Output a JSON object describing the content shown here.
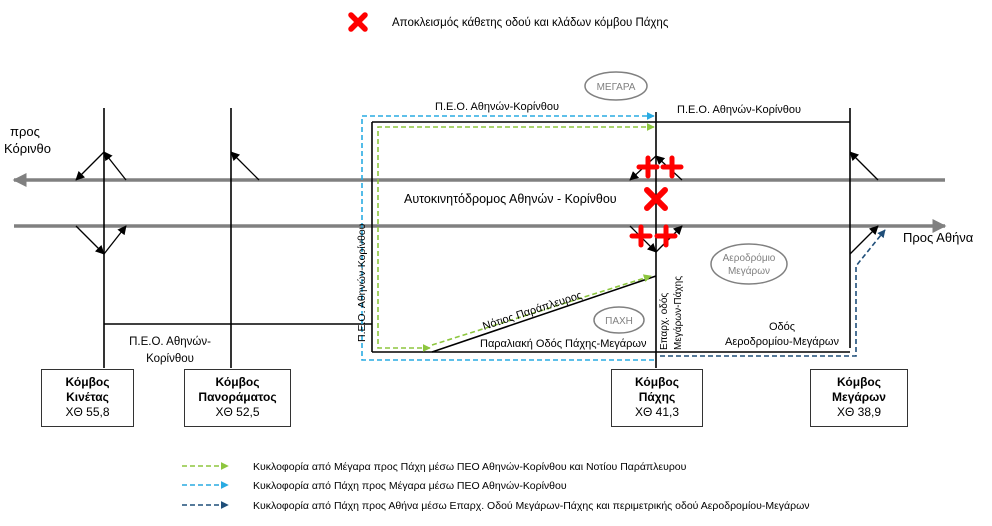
{
  "legend_top": {
    "text": "Αποκλεισμός κάθετης οδού και κλάδων κόμβου Πάχης",
    "icon": "red-x-icon"
  },
  "labels": {
    "pros_korintho_1": "προς",
    "pros_korintho_2": "Κόρινθο",
    "pros_athina": "Προς Αθήνα",
    "megara": "ΜΕΓΑΡΑ",
    "paxi": "ΠΑΧΗ",
    "aerodromio_1": "Αεροδρόμιο",
    "aerodromio_2": "Μεγάρων",
    "peo_top_left": "Π.Ε.Ο. Αθηνών-Κορίνθου",
    "peo_top_right": "Π.Ε.Ο. Αθηνών-Κορίνθου",
    "peo_vertical": "Π.Ε.Ο. Αθηνών-Κορίνθου",
    "peo_bottom_1": "Π.Ε.Ο. Αθηνών-",
    "peo_bottom_2": "Κορίνθου",
    "motorway": "Αυτοκινητόδρομος Αθηνών - Κορίνθου",
    "notios": "Νότιος Παράπλευρος",
    "paraliaki": "Παραλιακή Οδός Πάχης-Μεγάρων",
    "eparx_1": "Επαρχ. οδός",
    "eparx_2": "Μεγάρων-Πάχης",
    "odos_aero_1": "Οδός",
    "odos_aero_2": "Αεροδρομίου-Μεγάρων"
  },
  "nodes": [
    {
      "name": "Κόμβος",
      "place": "Κινέτας",
      "ch": "ΧΘ 55,8"
    },
    {
      "name": "Κόμβος",
      "place": "Πανοράματος",
      "ch": "ΧΘ 52,5"
    },
    {
      "name": "Κόμβος",
      "place": "Πάχης",
      "ch": "ΧΘ 41,3"
    },
    {
      "name": "Κόμβος",
      "place": "Μεγάρων",
      "ch": "ΧΘ 38,9"
    }
  ],
  "legend": [
    {
      "text": "Κυκλοφορία από Μέγαρα προς Πάχη μέσω ΠΕΟ Αθηνών-Κορίνθου και Νοτίου Παράπλευρου",
      "color": "#8DC63F"
    },
    {
      "text": "Κυκλοφορία από Πάχη προς Μέγαρα μέσω ΠΕΟ Αθηνών-Κορίνθου",
      "color": "#29ABE2"
    },
    {
      "text": "Κυκλοφορία από Πάχη προς Αθήνα μέσω Επαρχ. Οδού Μεγάρων-Πάχης και περιμετρικής οδού Αεροδρομίου-Μεγάρων",
      "color": "#1F4E79"
    }
  ],
  "colors": {
    "closure": "#FF0000",
    "motorway": "#808080",
    "road": "#000000"
  }
}
